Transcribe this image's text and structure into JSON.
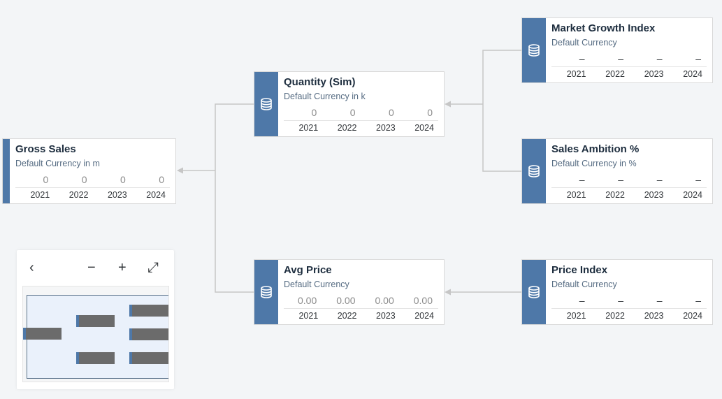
{
  "nodes": [
    {
      "id": "gross-sales",
      "title": "Gross Sales",
      "subtitle": "Default Currency in m",
      "values": [
        "0",
        "0",
        "0",
        "0"
      ],
      "years": [
        "2021",
        "2022",
        "2023",
        "2024"
      ]
    },
    {
      "id": "quantity-sim",
      "title": "Quantity (Sim)",
      "subtitle": "Default Currency in k",
      "values": [
        "0",
        "0",
        "0",
        "0"
      ],
      "years": [
        "2021",
        "2022",
        "2023",
        "2024"
      ]
    },
    {
      "id": "avg-price",
      "title": "Avg Price",
      "subtitle": "Default Currency",
      "values": [
        "0.00",
        "0.00",
        "0.00",
        "0.00"
      ],
      "years": [
        "2021",
        "2022",
        "2023",
        "2024"
      ]
    },
    {
      "id": "market-growth-index",
      "title": "Market Growth Index",
      "subtitle": "Default Currency",
      "values": [
        "–",
        "–",
        "–",
        "–"
      ],
      "years": [
        "2021",
        "2022",
        "2023",
        "2024"
      ]
    },
    {
      "id": "sales-ambition",
      "title": "Sales Ambition %",
      "subtitle": "Default Currency in %",
      "values": [
        "–",
        "–",
        "–",
        "–"
      ],
      "years": [
        "2021",
        "2022",
        "2023",
        "2024"
      ]
    },
    {
      "id": "price-index",
      "title": "Price Index",
      "subtitle": "Default Currency",
      "values": [
        "–",
        "–",
        "–",
        "–"
      ],
      "years": [
        "2021",
        "2022",
        "2023",
        "2024"
      ]
    }
  ],
  "minimap": {
    "back_icon": "‹",
    "zoom_out_icon": "−",
    "zoom_in_icon": "+",
    "fit_icon": "⤢"
  },
  "colors": {
    "accent": "#4e78a8",
    "connector": "#c6c6c6"
  },
  "icons": {
    "node": "database-icon"
  }
}
